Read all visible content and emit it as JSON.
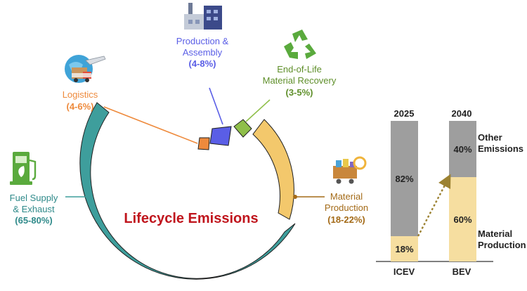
{
  "title": "Lifecycle Emissions",
  "colors": {
    "fuel": "#3e9e9c",
    "logistics": "#ee8a3c",
    "production": "#5a5ee6",
    "eol": "#8fbf4a",
    "material": "#f3c86c",
    "material_text": "#a36a17",
    "title": "#c0151d",
    "bar_gray": "#9e9e9e",
    "bar_tan": "#f6dea0",
    "arrow": "#9c8232"
  },
  "stages": {
    "fuel": {
      "label1": "Fuel Supply",
      "label2": "& Exhaust",
      "pct": "(65-80%)",
      "icon": "fuel-pump-icon"
    },
    "logistics": {
      "label1": "Logistics",
      "pct": "(4-6%)",
      "icon": "globe-truck-plane-icon"
    },
    "production": {
      "label1": "Production &",
      "label2": "Assembly",
      "pct": "(4-8%)",
      "icon": "factory-icon"
    },
    "eol": {
      "label1": "End-of-Life",
      "label2": "Material Recovery",
      "pct": "(3-5%)",
      "icon": "recycle-icon"
    },
    "material": {
      "label1": "Material",
      "label2": "Production",
      "pct": "(18-22%)",
      "icon": "mining-cart-icon"
    }
  },
  "chart_data": {
    "type": "bar",
    "stacked": true,
    "categories": [
      "ICEV",
      "BEV"
    ],
    "years": [
      "2025",
      "2040"
    ],
    "series": [
      {
        "name": "Material Production",
        "values": [
          18,
          60
        ],
        "labels": [
          "18%",
          "60%"
        ]
      },
      {
        "name": "Other Emissions",
        "values": [
          82,
          40
        ],
        "labels": [
          "82%",
          "40%"
        ]
      }
    ],
    "legend": {
      "other_line1": "Other",
      "other_line2": "Emissions",
      "material_line1": "Material",
      "material_line2": "Production"
    },
    "ylim": [
      0,
      100
    ]
  }
}
